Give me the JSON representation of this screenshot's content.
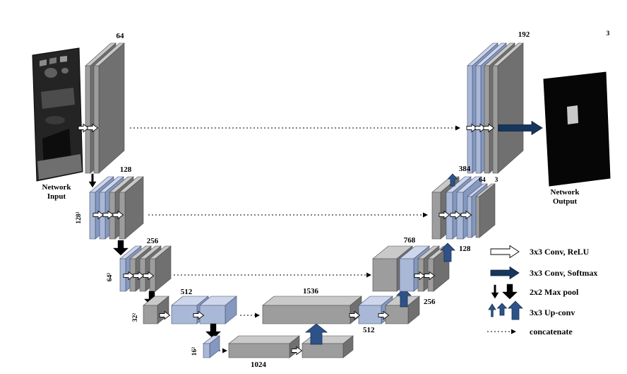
{
  "colors": {
    "gray_front": "#9d9d9d",
    "gray_top": "#c9c9c9",
    "gray_side": "#707070",
    "blue_front": "#a9b8d6",
    "blue_top": "#cdd6ea",
    "blue_side": "#8598bf",
    "navy": "#17365d",
    "upconv": "#2e5288",
    "ink": "#000000"
  },
  "input": {
    "label_line1": "Network",
    "label_line2": "Input"
  },
  "output": {
    "label_line1": "Network",
    "label_line2": "Output"
  },
  "encoder": {
    "level1": {
      "channels": "64"
    },
    "level2": {
      "channels": "128",
      "size": "128²"
    },
    "level3": {
      "channels": "256",
      "size": "64²"
    },
    "level4": {
      "channels": "512",
      "size": "32²"
    },
    "level5": {
      "channels": "1024",
      "size": "16²"
    }
  },
  "decoder": {
    "level4": {
      "concat_channels": "1536",
      "up_channels": "512",
      "out_channels": "256"
    },
    "level3": {
      "concat_channels": "768",
      "up_channels": "128"
    },
    "level2": {
      "concat_channels": "384",
      "out_channels": "64",
      "final_channels": "3"
    },
    "level1": {
      "concat_channels": "192",
      "out_channels": "3"
    }
  },
  "legend": {
    "conv_relu": "3x3 Conv, ReLU",
    "conv_softmax": "3x3 Conv, Softmax",
    "max_pool": "2x2 Max pool",
    "up_conv": "3x3 Up-conv",
    "concatenate": "concatenate"
  }
}
